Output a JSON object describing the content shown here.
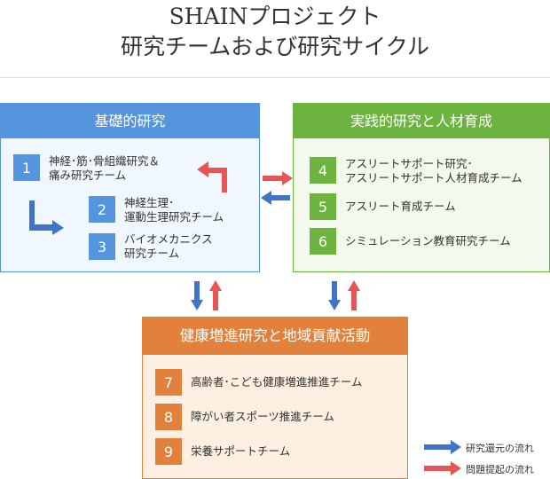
{
  "title": {
    "line1": "SHAINプロジェクト",
    "line2": "研究チームおよび研究サイクル"
  },
  "groups": {
    "basic": {
      "header": "基礎的研究",
      "items": [
        {
          "num": "1",
          "line1": "神経･筋･骨組織研究＆",
          "line2": "痛み研究チーム"
        },
        {
          "num": "2",
          "line1": "神経生理･",
          "line2": "運動生理研究チーム"
        },
        {
          "num": "3",
          "line1": "バイオメカニクス",
          "line2": "研究チーム"
        }
      ]
    },
    "practice": {
      "header": "実践的研究と人材育成",
      "items": [
        {
          "num": "4",
          "line1": "アスリートサポート研究･",
          "line2": "アスリートサポート人材育成チーム"
        },
        {
          "num": "5",
          "line1": "アスリート育成チーム"
        },
        {
          "num": "6",
          "line1": "シミュレーション教育研究チーム"
        }
      ]
    },
    "health": {
      "header": "健康増進研究と地域貢献活動",
      "items": [
        {
          "num": "7",
          "line1": "高齢者･こども健康増進推進チーム"
        },
        {
          "num": "8",
          "line1": "障がい者スポーツ推進チーム"
        },
        {
          "num": "9",
          "line1": "栄養サポートチーム"
        }
      ]
    }
  },
  "legend": {
    "blue": "研究還元の流れ",
    "red": "問題提起の流れ"
  },
  "colors": {
    "blue": "#3f74c6",
    "red": "#e85555",
    "basic": "#5595de",
    "practice": "#6cb43f",
    "health": "#e1813b"
  }
}
